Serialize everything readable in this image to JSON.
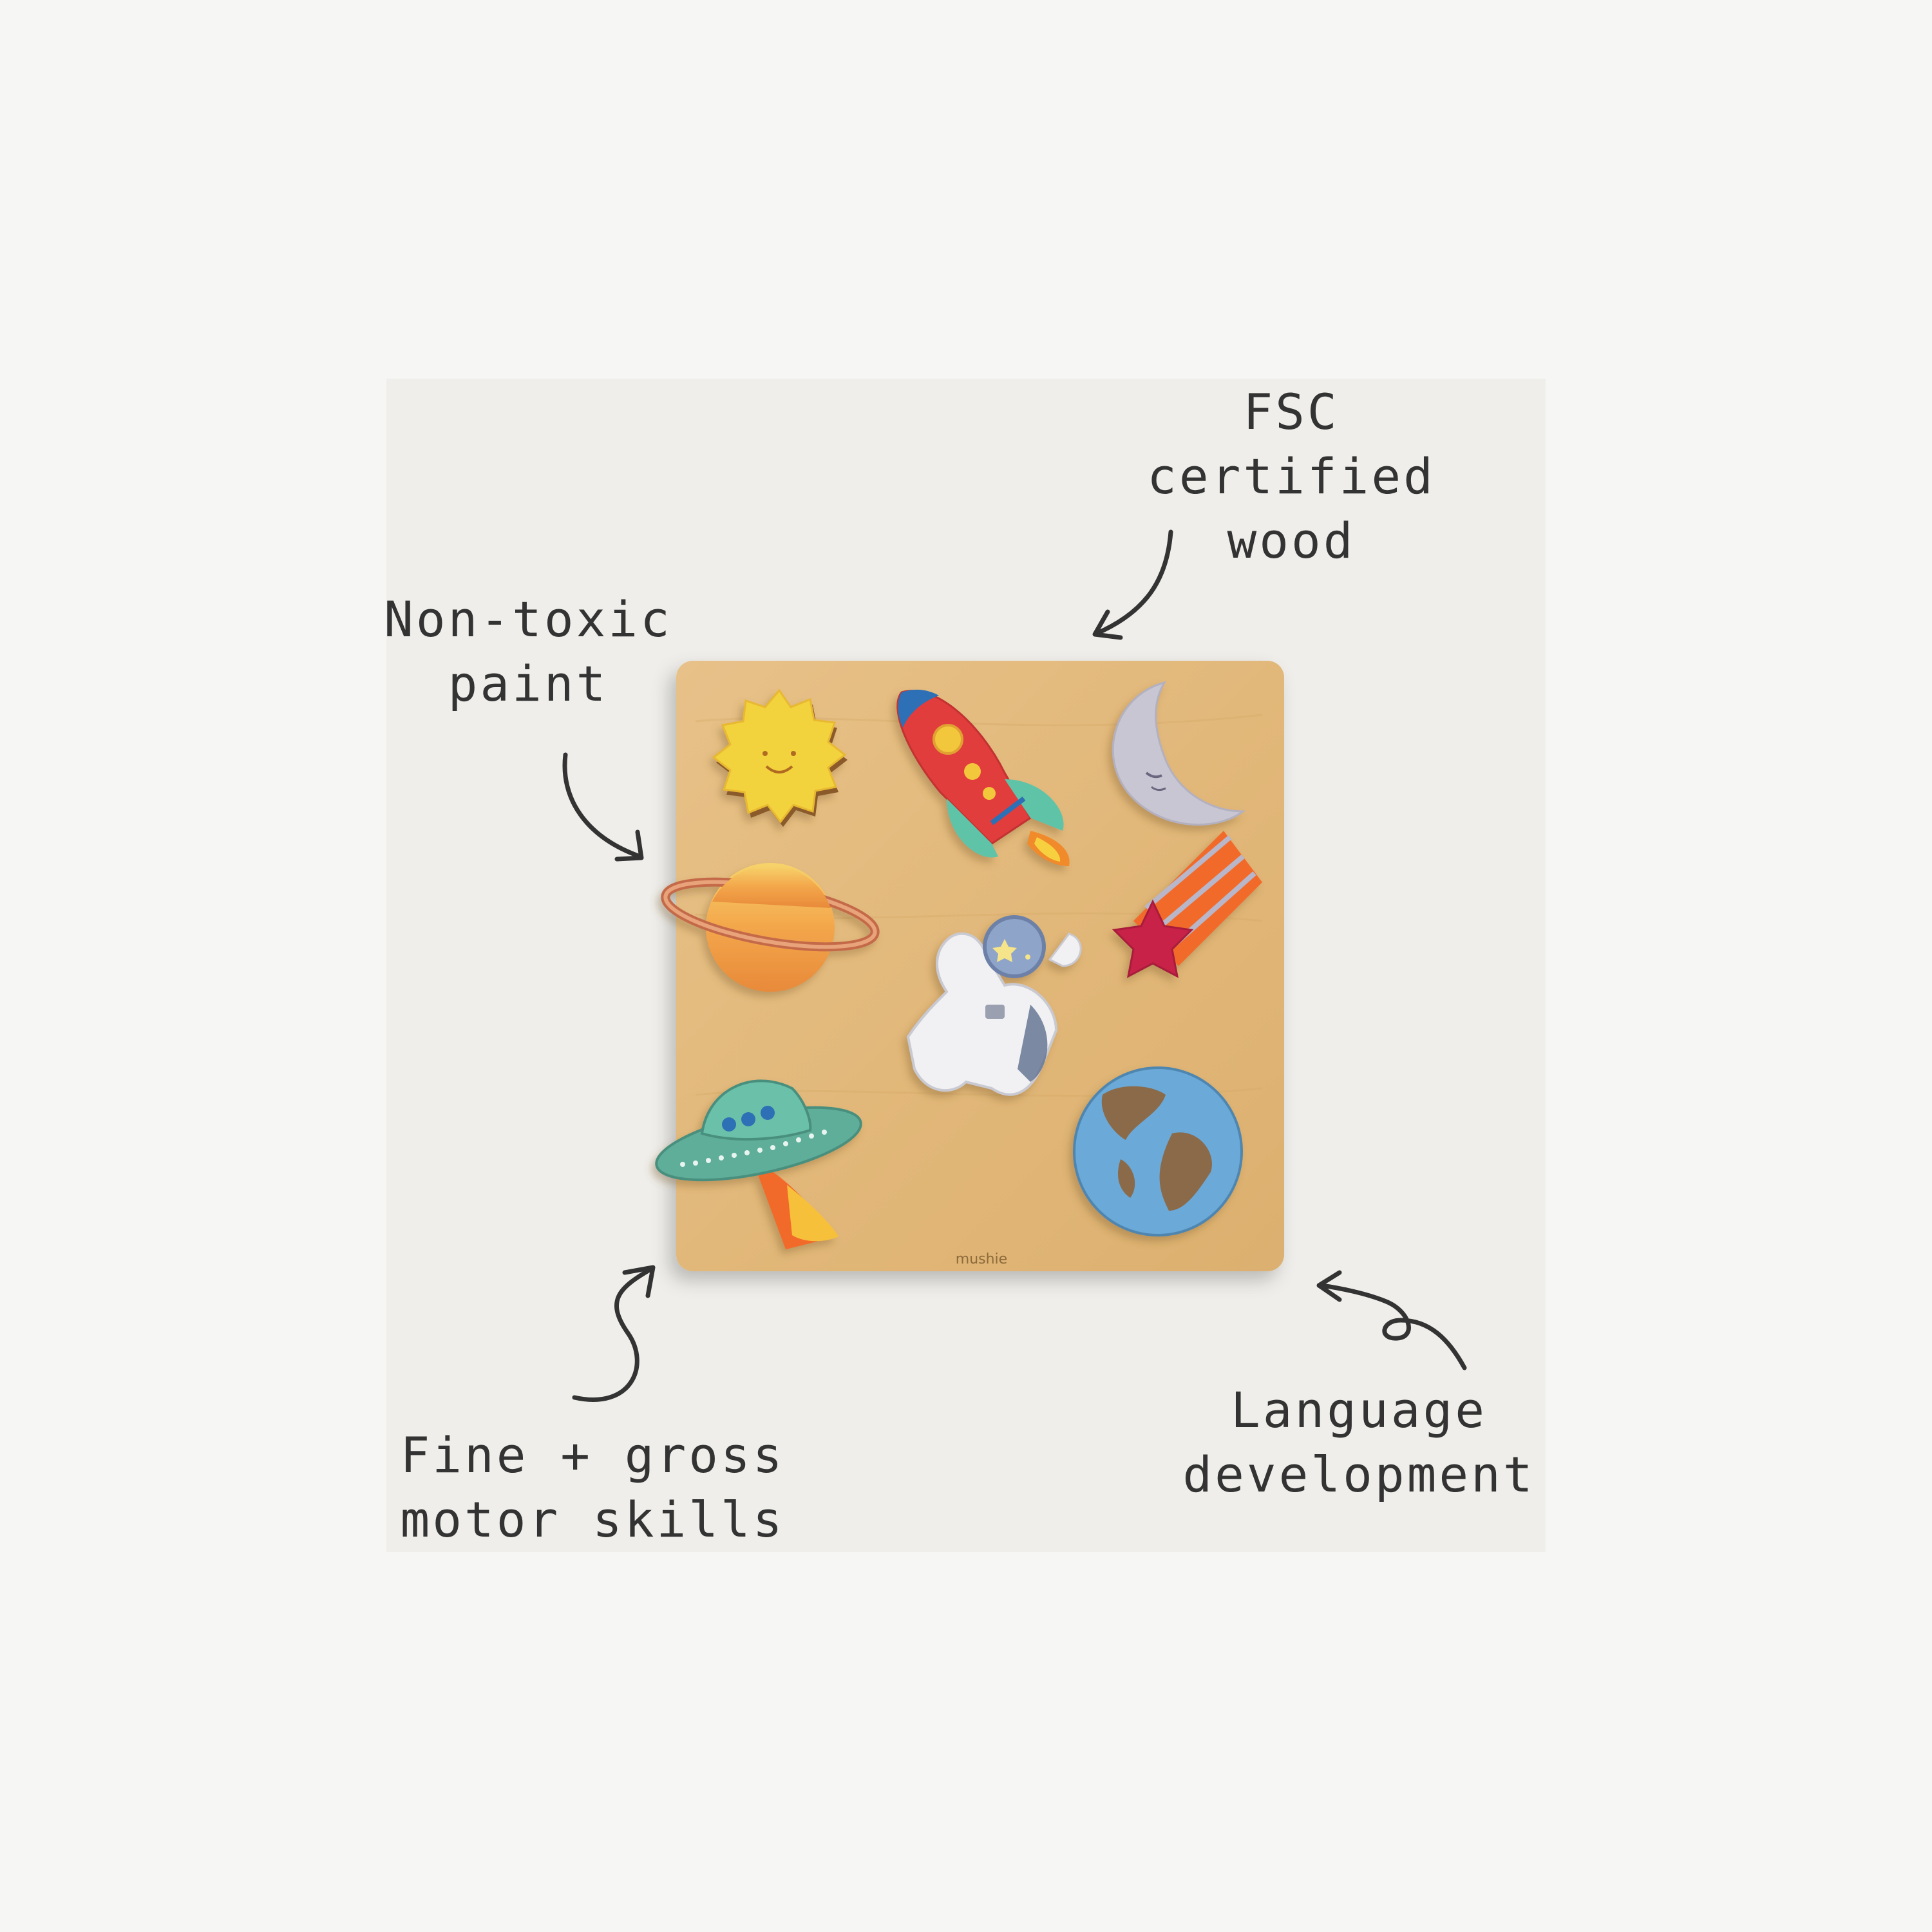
{
  "callouts": {
    "fsc": "FSC\ncertified\nwood",
    "nontoxic": "Non-toxic\npaint",
    "motor": "Fine + gross\nmotor skills",
    "language": "Language\ndevelopment"
  },
  "board": {
    "brand": "mushie",
    "pieces": [
      "sun-icon",
      "rocket-icon",
      "moon-icon",
      "planet-icon",
      "astronaut-icon",
      "shooting-star-icon",
      "ufo-icon",
      "earth-icon"
    ]
  },
  "colors": {
    "background": "#f6f6f5",
    "panel": "#efeeea",
    "board": "#e3b979",
    "ink": "#333333"
  }
}
